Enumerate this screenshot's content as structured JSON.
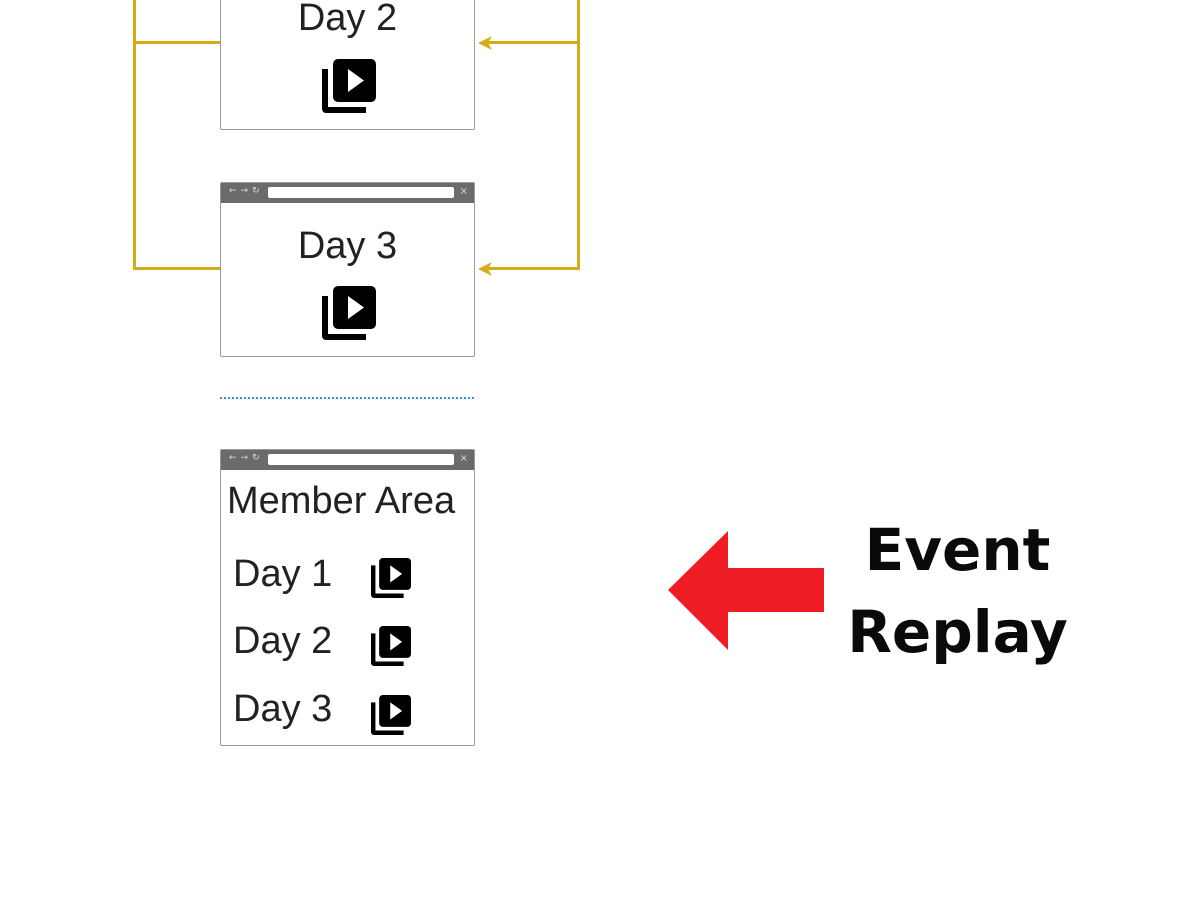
{
  "boxes": [
    {
      "title": "Day 2",
      "icon": "video-library-icon"
    },
    {
      "title": "Day 3",
      "icon": "video-library-icon"
    }
  ],
  "member_area": {
    "title": "Member Area",
    "items": [
      {
        "label": "Day 1",
        "icon": "video-library-icon"
      },
      {
        "label": "Day 2",
        "icon": "video-library-icon"
      },
      {
        "label": "Day 3",
        "icon": "video-library-icon"
      }
    ]
  },
  "browser_bar": {
    "nav": "←→↻",
    "close": "×"
  },
  "callout": {
    "line1": "Event",
    "line2": "Replay"
  },
  "colors": {
    "connector": "#d4ac14",
    "arrow": "#ee1c25",
    "divider": "#3b8fd4"
  }
}
